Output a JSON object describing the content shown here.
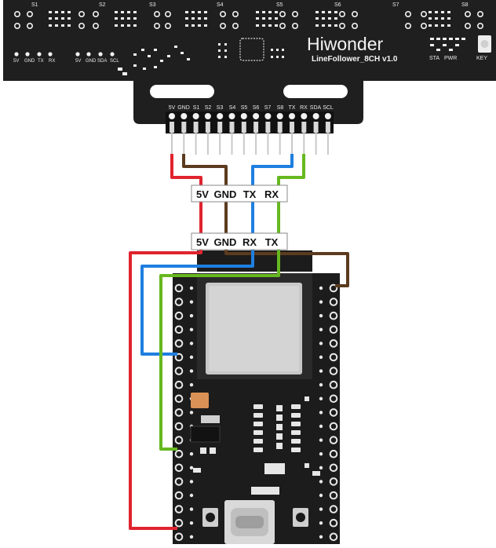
{
  "sensor_board": {
    "brand": "Hiwonder",
    "model": "LineFollower_8CH v1.0",
    "top_channel_labels": [
      "S1",
      "S2",
      "S3",
      "S4",
      "S5",
      "S6",
      "S7",
      "S8"
    ],
    "left_header_labels": [
      "5V",
      "GND",
      "TX",
      "RX"
    ],
    "mid_header_labels": [
      "5V",
      "GND",
      "SDA",
      "SCL"
    ],
    "status_labels": [
      "STA",
      "PWR"
    ],
    "key_label": "KEY",
    "pin_header_labels": [
      "5V",
      "GND",
      "S1",
      "S2",
      "S3",
      "S4",
      "S5",
      "S6",
      "S7",
      "S8",
      "TX",
      "RX",
      "SDA",
      "SCL"
    ]
  },
  "connector_labels": {
    "sensor_side": [
      "5V",
      "GND",
      "TX",
      "RX"
    ],
    "controller_side": [
      "5V",
      "GND",
      "RX",
      "TX"
    ]
  },
  "colors": {
    "wire_5v": "#e0242f",
    "wire_gnd": "#5c3b1e",
    "wire_sensor_tx": "#1e7fe0",
    "wire_sensor_rx": "#66b81f",
    "pcb": "#222222",
    "silkscreen": "#e8e8e8"
  }
}
